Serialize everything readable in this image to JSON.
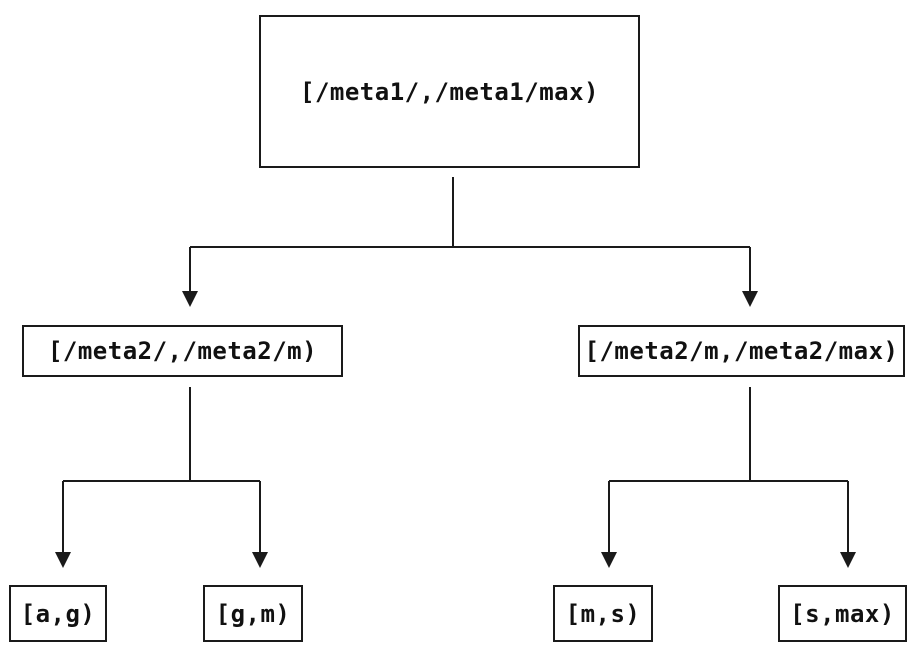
{
  "diagram": {
    "type": "binary-interval-partition-tree",
    "colors": {
      "line": "#1a1a1a",
      "background": "#ffffff",
      "text": "#111111"
    },
    "root": {
      "label": "[/meta1/,/meta1/max)"
    },
    "level2": {
      "left": {
        "label": "[/meta2/,/meta2/m)"
      },
      "right": {
        "label": "[/meta2/m,/meta2/max)"
      }
    },
    "leaves": {
      "ag": {
        "label": "[a,g)"
      },
      "gm": {
        "label": "[g,m)"
      },
      "ms": {
        "label": "[m,s)"
      },
      "smax": {
        "label": "[s,max)"
      }
    },
    "edges": [
      {
        "from": "root",
        "to": "level2.left"
      },
      {
        "from": "root",
        "to": "level2.right"
      },
      {
        "from": "level2.left",
        "to": "leaves.ag"
      },
      {
        "from": "level2.left",
        "to": "leaves.gm"
      },
      {
        "from": "level2.right",
        "to": "leaves.ms"
      },
      {
        "from": "level2.right",
        "to": "leaves.smax"
      }
    ]
  }
}
